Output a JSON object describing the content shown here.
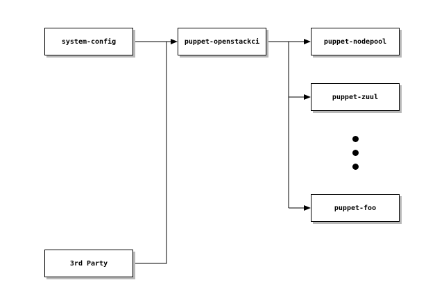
{
  "nodes": {
    "system_config": "system-config",
    "third_party": "3rd Party",
    "openstackci": "puppet-openstackci",
    "nodepool": "puppet-nodepool",
    "zuul": "puppet-zuul",
    "foo": "puppet-foo"
  },
  "colors": {
    "line": "#000000",
    "shadow": "#b8b8b8",
    "box": "#ffffff"
  }
}
